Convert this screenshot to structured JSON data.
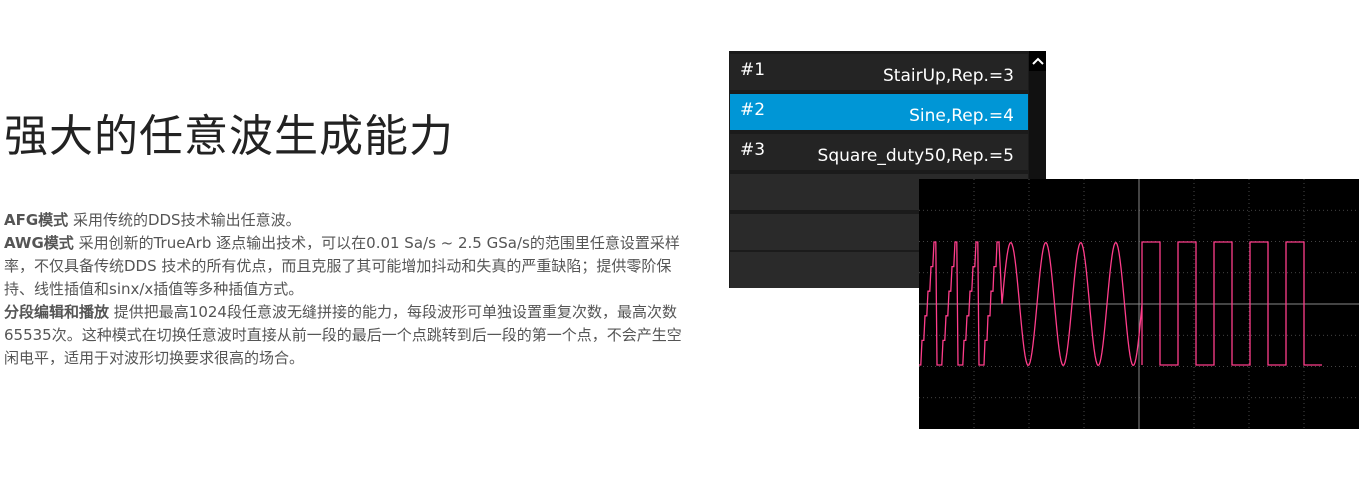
{
  "heading": "强大的任意波生成能力",
  "paragraphs": [
    {
      "bold": "AFG模式",
      "text": " 采用传统的DDS技术输出任意波。"
    },
    {
      "bold": "AWG模式",
      "text": " 采用创新的TrueArb 逐点输出技术，可以在0.01 Sa/s ~ 2.5 GSa/s的范围里任意设置采样率，不仅具备传统DDS 技术的所有优点，而且克服了其可能增加抖动和失真的严重缺陷；提供零阶保持、线性插值和sinx/x插值等多种插值方式。"
    },
    {
      "bold": "分段编辑和播放",
      "text": " 提供把最高1024段任意波无缝拼接的能力，每段波形可单独设置重复次数，最高次数65535次。这种模式在切换任意波时直接从前一段的最后一个点跳转到后一段的第一个点，不会产生空闲电平，适用于对波形切换要求很高的场合。"
    }
  ],
  "segment_list": {
    "items": [
      {
        "num": "#1",
        "desc": "StairUp,Rep.=3",
        "selected": false
      },
      {
        "num": "#2",
        "desc": "Sine,Rep.=4",
        "selected": true
      },
      {
        "num": "#3",
        "desc": "Square_duty50,Rep.=5",
        "selected": false
      }
    ],
    "scroll_up_icon": "chevron-up-icon",
    "selected_color": "#0096d6"
  },
  "scope": {
    "trace_color": "#ff3d8b",
    "grid_color": "#5a5a5a",
    "segments": [
      {
        "name": "StairUp",
        "repetitions": 3
      },
      {
        "name": "Sine",
        "repetitions": 4
      },
      {
        "name": "Square_duty50",
        "repetitions": 5
      }
    ]
  }
}
